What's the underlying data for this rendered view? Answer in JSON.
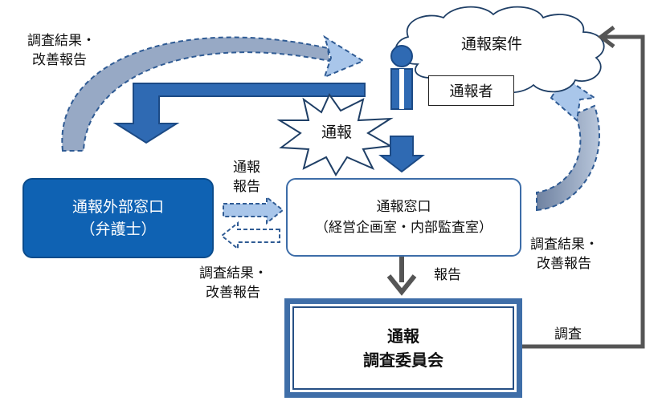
{
  "cloud": {
    "label": "通報案件"
  },
  "reporter": {
    "label": "通報者"
  },
  "burst": {
    "label": "通報"
  },
  "external_office": {
    "line1": "通報外部窓口",
    "line2": "（弁護士）"
  },
  "internal_office": {
    "line1": "通報窓口",
    "line2": "（経営企画室・内部監査室）"
  },
  "committee": {
    "line1": "通報",
    "line2": "調査委員会"
  },
  "labels": {
    "top_left_line1": "調査結果・",
    "top_left_line2": "改善報告",
    "mid_report_line1": "通報",
    "mid_report_line2": "報告",
    "mid_result_line1": "調査結果・",
    "mid_result_line2": "改善報告",
    "right_result_line1": "調査結果・",
    "right_result_line2": "改善報告",
    "report": "報告",
    "investigation": "調査"
  },
  "colors": {
    "primary_blue": "#0f62b3",
    "arrow_blue": "#2f6ab3",
    "light_blue": "#a9c6ea",
    "gray_blue": "#8193b0",
    "dark_gray": "#555555"
  }
}
